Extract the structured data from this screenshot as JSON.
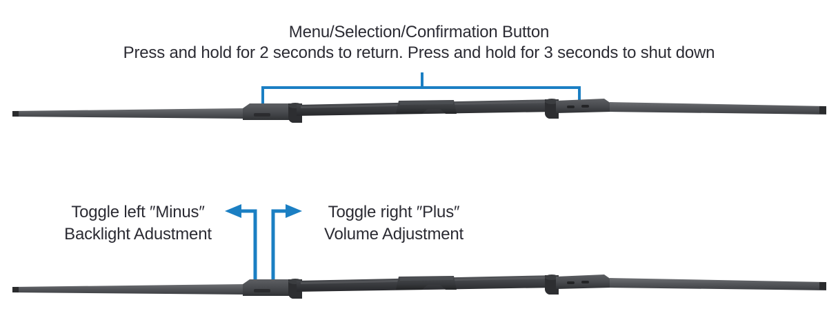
{
  "page": {
    "background": "#ffffff",
    "text_color": "#2b2b33",
    "accent_color": "#1b7fc3"
  },
  "top_callout": {
    "title": "Menu/Selection/Confirmation Button",
    "description": "Press and hold for 2 seconds to return. Press and hold for 3 seconds to shut down",
    "pointer_targets": [
      "left-housing-button",
      "right-bracket-button"
    ]
  },
  "bottom_callout": {
    "left": {
      "line1": "Toggle left ″Minus″",
      "line2": "Backlight Adustment",
      "arrow": "arrow-left"
    },
    "right": {
      "line1": "Toggle right ″Plus″",
      "line2": "Volume Adjustment",
      "arrow": "arrow-right"
    }
  },
  "devices": [
    {
      "name": "soundbar-top-view",
      "parts": [
        "left-rail",
        "left-housing",
        "hinge-left",
        "main-bar",
        "center-hump",
        "hinge-right",
        "right-bracket",
        "right-rail"
      ]
    },
    {
      "name": "soundbar-bottom-view",
      "parts": [
        "left-rail",
        "left-housing",
        "hinge-left",
        "main-bar",
        "center-hump",
        "hinge-right",
        "right-bracket",
        "right-rail"
      ]
    }
  ]
}
